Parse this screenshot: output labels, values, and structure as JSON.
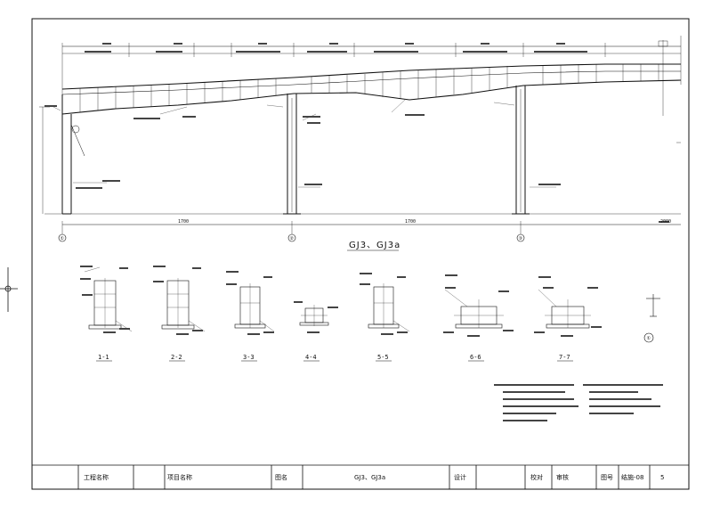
{
  "drawing": {
    "main_title": "GJ3、GJ3a",
    "axis_labels": [
      "①",
      "②",
      "③"
    ],
    "span_dimensions": [
      "1700",
      "1700",
      "2000"
    ],
    "section_labels": [
      "1-1",
      "2-2",
      "3-3",
      "4-4",
      "5-5",
      "6-6",
      "7-7"
    ],
    "detail_label": "①"
  },
  "title_block": {
    "project_name_label": "工程名称",
    "item_name_label": "项目名称",
    "drawing_name_label": "图名",
    "drawing_name_value": "GJ3、GJ3a",
    "design_label": "设计",
    "review_label": "校对",
    "approve_label": "审核",
    "drawing_no_label": "图号",
    "drawing_no_value": "结施-08",
    "sheet_value": "5"
  }
}
